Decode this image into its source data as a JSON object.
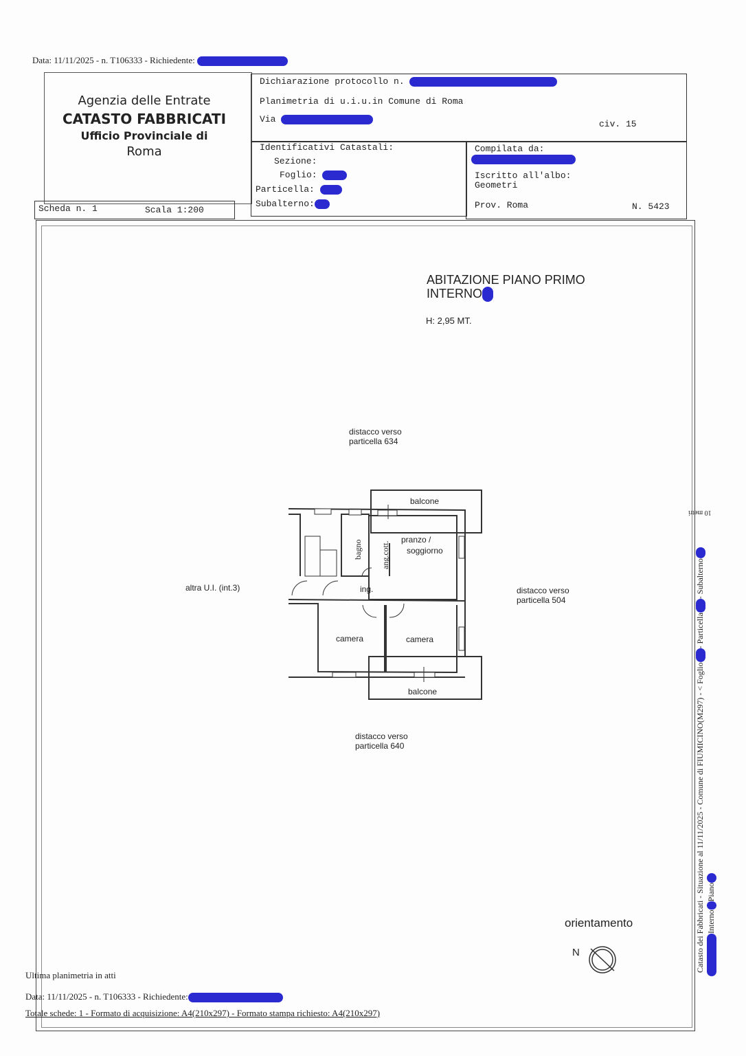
{
  "header": {
    "top_line": "Data: 11/11/2025 - n. T106333 - Richiedente:"
  },
  "agency": {
    "line1": "Agenzia delle Entrate",
    "line2": "CATASTO FABBRICATI",
    "line3": "Ufficio Provinciale di",
    "line4": "Roma"
  },
  "scheda": {
    "label": "Scheda n. 1",
    "scale": "Scala 1:200"
  },
  "declaration": {
    "protocol": "Dichiarazione protocollo n.",
    "planimetry": "Planimetria di u.i.u.in Comune di Roma",
    "via": "Via",
    "civ": "civ. 15"
  },
  "identifiers": {
    "title": "Identificativi Catastali:",
    "sezione": "Sezione:",
    "foglio": "Foglio:",
    "particella": "Particella:",
    "subalterno": "Subalterno:"
  },
  "compiler": {
    "title": "Compilata da:",
    "albo": "Iscritto all'albo:",
    "albo_value": "Geometri",
    "prov": "Prov. Roma",
    "number": "N. 5423"
  },
  "plan": {
    "title1": "ABITAZIONE PIANO PRIMO",
    "title2": "INTERNO",
    "height": "H: 2,95 MT.",
    "north_dist": [
      "distacco verso",
      "particella 634"
    ],
    "east_dist": [
      "distacco verso",
      "particella 504"
    ],
    "south_dist": [
      "distacco verso",
      "particella 640"
    ],
    "west": "altra U.I. (int.3)",
    "rooms": {
      "balcone_top": "balcone",
      "bagno": "bagno",
      "angcott": "ang.cott.",
      "pranzo1": "pranzo /",
      "pranzo2": "soggiorno",
      "ing": "ing.",
      "camera1": "camera",
      "camera2": "camera",
      "balcone_bottom": "balcone"
    },
    "orientation": "orientamento",
    "north": "N"
  },
  "side_text": {
    "line1": "Catasto dei Fabbricati - Situazione al 11/11/2025 - Comune di FIUMICINO(M297) - < Foglio",
    "particella": "- Particella",
    "subalterno": "- Subalterno",
    "line2a": "Interno",
    "line2b": "Piano",
    "small": "10 metri"
  },
  "footer": {
    "last": "Ultima planimetria in atti",
    "date": "Data: 11/11/2025 - n. T106333 - Richiedente:",
    "totals": "Totale schede: 1 - Formato di acquisizione: A4(210x297) - Formato stampa richiesto: A4(210x297)"
  },
  "colors": {
    "redaction": "#2a2ad0",
    "ink": "#222222"
  }
}
